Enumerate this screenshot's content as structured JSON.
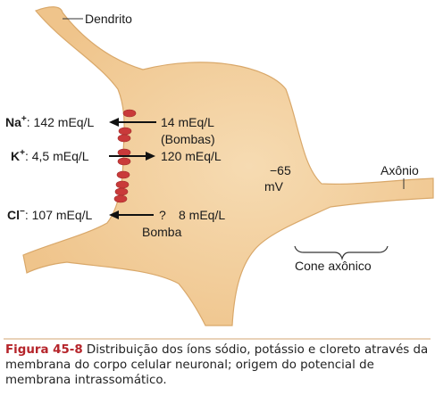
{
  "labels": {
    "dendrite": "Dendrito",
    "axon": "Axônio",
    "axon_hillock": "Cone axônico",
    "potential_value": "−65",
    "potential_unit": "mV"
  },
  "ions": [
    {
      "symbol": "Na",
      "charge": "+",
      "outside": ": 142 mEq/L",
      "inside": "14 mEq/L",
      "note": "(Bombas)"
    },
    {
      "symbol": "K",
      "charge": "+",
      "outside": ": 4,5 mEq/L",
      "inside": "120 mEq/L",
      "note": ""
    },
    {
      "symbol": "Cl",
      "charge": "−",
      "outside": ": 107 mEq/L",
      "inside": "8 mEq/L",
      "note": "Bomba",
      "question": "?"
    }
  ],
  "caption": {
    "figure": "Figura 45-8",
    "text": " Distribuição dos íons sódio, potássio e cloreto através da membrana do corpo celular neuronal; origem do potencial de membrana intrassomático."
  },
  "colors": {
    "cell_fill": "#f2cf9e",
    "cell_stroke": "#d9a86a",
    "pump": "#c93a3a",
    "caption_accent": "#b5242a"
  }
}
